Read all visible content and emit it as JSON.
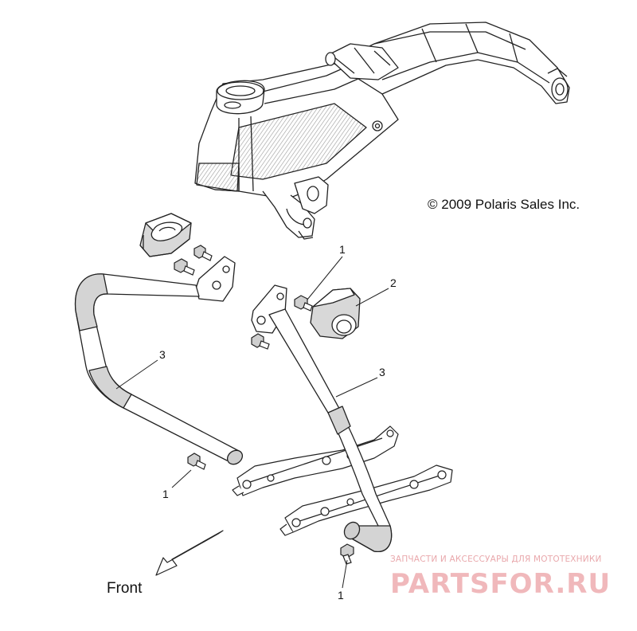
{
  "copyright": "© 2009 Polaris Sales Inc.",
  "callouts": {
    "c1_top": "1",
    "c2": "2",
    "c3_left": "3",
    "c3_right": "3",
    "c1_left_bottom": "1",
    "c1_right_bottom": "1"
  },
  "front_label": "Front",
  "watermark": {
    "tagline": "ЗАПЧАСТИ И АКСЕССУАРЫ ДЛЯ МОТОТЕХНИКИ",
    "brand": "PARTSFOR.RU"
  },
  "colors": {
    "line": "#222222",
    "shade": "#cfcfcf",
    "watermark": "#f0b8bb"
  }
}
